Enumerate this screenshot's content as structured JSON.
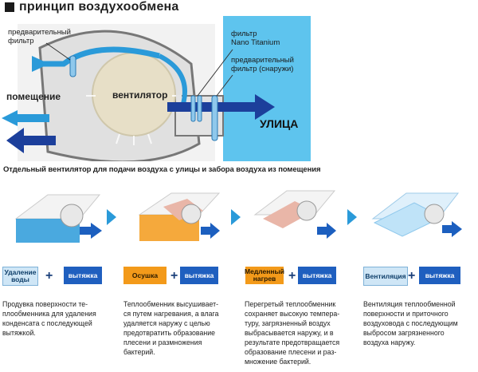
{
  "header": {
    "title": "принцип воздухообмена"
  },
  "diagram": {
    "prefilter_label": "предварительный\nфильтр",
    "nano_label": "фильтр\nNano Titanium",
    "prefilter_out_label": "предварительный\nфильтр (снаружи)",
    "room_label": "помещение",
    "fan_label": "вентилятор",
    "street_label": "УЛИЦА",
    "colors": {
      "street_bg": "#5ec4ee",
      "unit_bg": "#e9e9e9",
      "fan": "#e7dfc7",
      "arrow_light": "#2a9ad9",
      "arrow_dark": "#1c3f9b"
    }
  },
  "subtitle": "Отдельный вентилятор для подачи воздуха с улицы и забора воздуха из помещения",
  "modes": [
    {
      "mode": "Удаление\nводы",
      "action": "вытяжка",
      "mode_color": "light",
      "desc": "Продувка поверхности те-\nплообменника для удаления\nконденсата с последующей\nвытяжкой."
    },
    {
      "mode": "Осушка",
      "action": "вытяжка",
      "mode_color": "orange",
      "desc": "Теплообменник высушивает-\nся путем нагревания, а влага\nудаляется наружу с целью\nпредотвратить образование\nплесени и размножения\nбактерий."
    },
    {
      "mode": "Медленный\nнагрев",
      "action": "вытяжка",
      "mode_color": "orange",
      "desc": "Перегретый теплообменник\nсохраняет высокую темпера-\nтуру, загрязненный воздух\nвыбрасывается наружу, и в\nрезультате предотвращается\nобразование плесени и раз-\nмножение бактерий."
    },
    {
      "mode": "Вентиляция",
      "action": "вытяжка",
      "mode_color": "light",
      "desc": "Вентиляция теплообменной\nповерхности и приточного\nвоздуховода с последующим\nвыбросом загрязненного\nвоздуха наружу."
    }
  ],
  "plus_sign": "+"
}
